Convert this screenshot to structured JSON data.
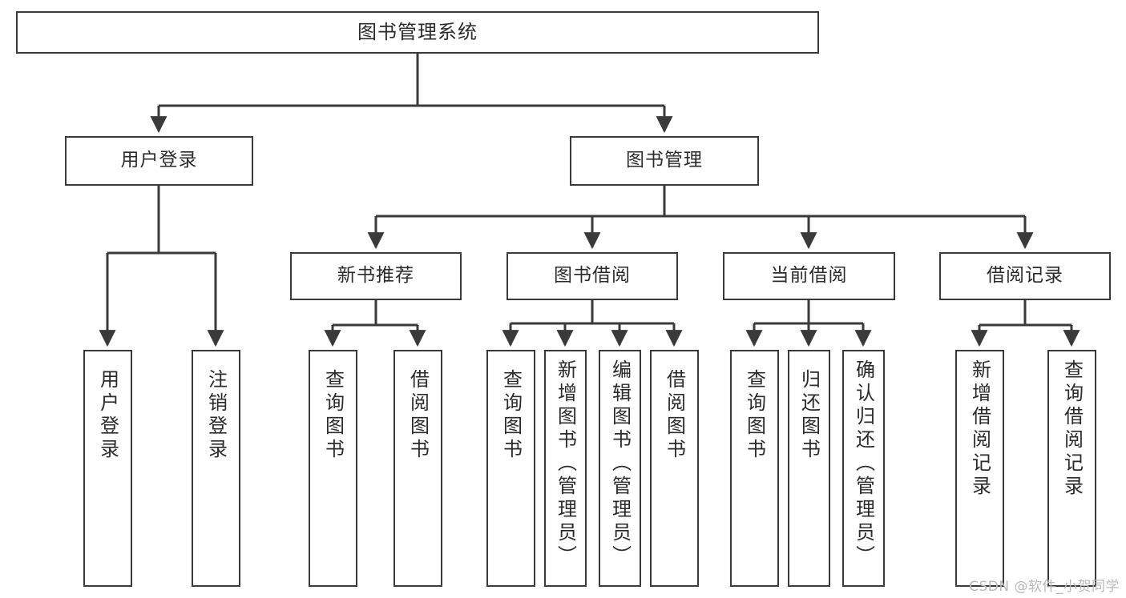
{
  "diagram": {
    "type": "tree",
    "title": "图书管理系统",
    "style": {
      "stroke": "#3a3a3a",
      "text_color": "#2b2b2b",
      "background": "#ffffff",
      "watermark_color": "#b9b9b9"
    },
    "nodes": {
      "root": {
        "label": "图书管理系统"
      },
      "user_login": {
        "label": "用户登录"
      },
      "book_manage": {
        "label": "图书管理"
      },
      "new_book_rec": {
        "label": "新书推荐"
      },
      "book_borrow": {
        "label": "图书借阅"
      },
      "current_borrow": {
        "label": "当前借阅"
      },
      "borrow_record": {
        "label": "借阅记录"
      },
      "leaf_user_login": {
        "label": "用户登录"
      },
      "leaf_user_logout": {
        "label": "注销登录"
      },
      "leaf_rec_query": {
        "label": "查询图书"
      },
      "leaf_rec_borrow": {
        "label": "借阅图书"
      },
      "leaf_borrow_query": {
        "label": "查询图书"
      },
      "leaf_borrow_add": {
        "label": "新增图书（管理员）"
      },
      "leaf_borrow_edit": {
        "label": "编辑图书（管理员）"
      },
      "leaf_borrow_lend": {
        "label": "借阅图书"
      },
      "leaf_cur_query": {
        "label": "查询图书"
      },
      "leaf_cur_return": {
        "label": "归还图书"
      },
      "leaf_cur_confirm": {
        "label": "确认归还（管理员）"
      },
      "leaf_rec_add": {
        "label": "新增借阅记录"
      },
      "leaf_rec_query2": {
        "label": "查询借阅记录"
      }
    },
    "edges": [
      {
        "from": "root",
        "to": "user_login"
      },
      {
        "from": "root",
        "to": "book_manage"
      },
      {
        "from": "user_login",
        "to": "leaf_user_login"
      },
      {
        "from": "user_login",
        "to": "leaf_user_logout"
      },
      {
        "from": "book_manage",
        "to": "new_book_rec"
      },
      {
        "from": "book_manage",
        "to": "book_borrow"
      },
      {
        "from": "book_manage",
        "to": "current_borrow"
      },
      {
        "from": "book_manage",
        "to": "borrow_record"
      },
      {
        "from": "new_book_rec",
        "to": "leaf_rec_query"
      },
      {
        "from": "new_book_rec",
        "to": "leaf_rec_borrow"
      },
      {
        "from": "book_borrow",
        "to": "leaf_borrow_query"
      },
      {
        "from": "book_borrow",
        "to": "leaf_borrow_add"
      },
      {
        "from": "book_borrow",
        "to": "leaf_borrow_edit"
      },
      {
        "from": "book_borrow",
        "to": "leaf_borrow_lend"
      },
      {
        "from": "current_borrow",
        "to": "leaf_cur_query"
      },
      {
        "from": "current_borrow",
        "to": "leaf_cur_return"
      },
      {
        "from": "current_borrow",
        "to": "leaf_cur_confirm"
      },
      {
        "from": "borrow_record",
        "to": "leaf_rec_add"
      },
      {
        "from": "borrow_record",
        "to": "leaf_rec_query2"
      }
    ]
  },
  "watermark": {
    "text": "CSDN @软件_小贺同学"
  }
}
